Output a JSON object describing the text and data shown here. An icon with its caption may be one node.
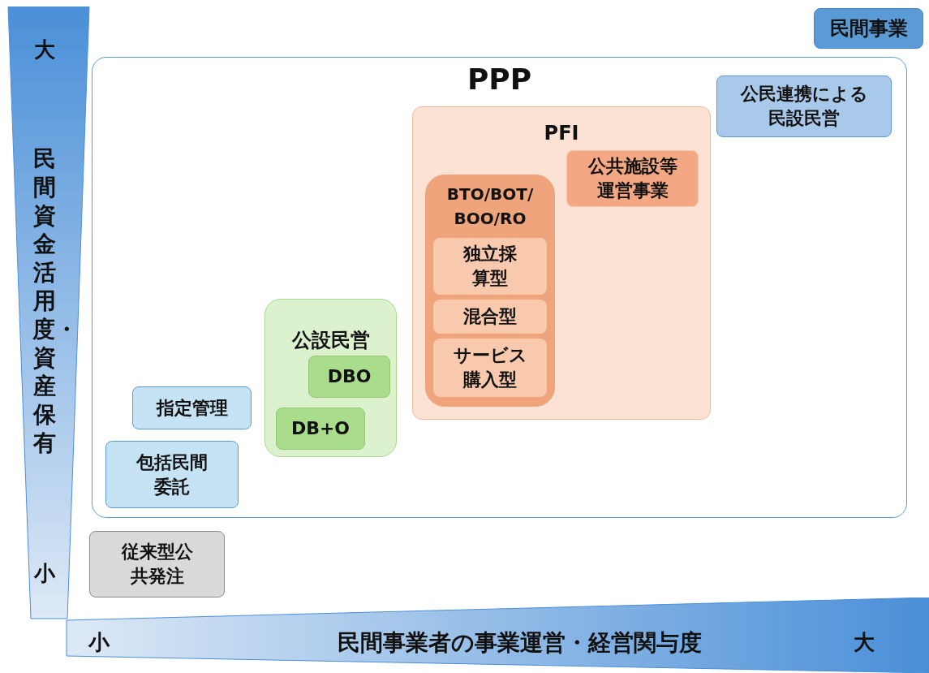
{
  "diagram": {
    "nodes": [
      {
        "text": [
          "民間事業"
        ]
      },
      {
        "text": [
          "PPP"
        ]
      },
      {
        "text": [
          "公民連携による民設民営"
        ],
        "in": 1
      },
      {
        "text": [
          "PFI"
        ],
        "in": 1
      },
      {
        "text": [
          "公共施設等運営事業"
        ],
        "in": 3
      },
      {
        "text": [
          "BTO/BOT/BOO/RO"
        ],
        "in": 3
      },
      {
        "text": [
          "独立採算型"
        ],
        "in": 5
      },
      {
        "text": [
          "混合型"
        ],
        "in": 5
      },
      {
        "text": [
          "サービス購入型"
        ],
        "in": 5
      },
      {
        "text": [
          "公設民営"
        ],
        "in": 1
      },
      {
        "text": [
          "DBO"
        ],
        "in": 9
      },
      {
        "text": [
          "DB+O"
        ],
        "in": 9
      },
      {
        "text": [
          "指定管理"
        ],
        "in": 1
      },
      {
        "text": [
          "包括民間委託"
        ],
        "in": 1
      },
      {
        "text": [
          "従来型公共発注"
        ]
      },
      {
        "text": [
          "大",
          "民間資金活用度・資産保有",
          "小"
        ]
      },
      {
        "text": [
          "小",
          "民間事業者の事業運営・経営関与度",
          "大"
        ]
      }
    ]
  }
}
